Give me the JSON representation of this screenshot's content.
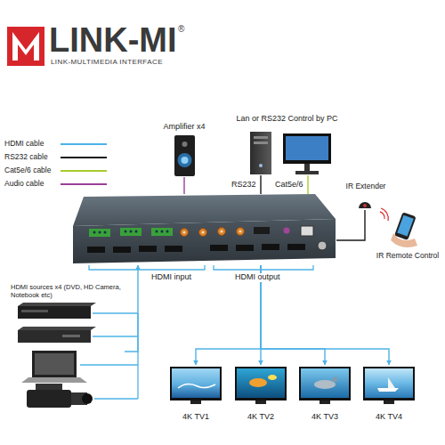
{
  "diagram": {
    "nodes": [
      {
        "text": [
          "Amplifier x4"
        ]
      },
      {
        "text": [
          "Lan or RS232 Control by PC"
        ]
      },
      {
        "text": [
          "IR Extender"
        ]
      },
      {
        "text": [
          "IR Remote Control"
        ]
      },
      {
        "text": []
      },
      {
        "text": [
          "HDMI sources x4 (DVD, HD Camera, Notebook etc)"
        ]
      },
      {
        "text": [
          "4K TV1"
        ]
      },
      {
        "text": [
          "4K TV2"
        ]
      },
      {
        "text": [
          "4K TV3"
        ]
      },
      {
        "text": [
          "4K TV4"
        ]
      }
    ],
    "edges": [
      {
        "from": 4,
        "to": 0,
        "arrow": "none"
      },
      {
        "from": 1,
        "to": 4,
        "label": "RS232",
        "arrow": "none"
      },
      {
        "from": 1,
        "to": 4,
        "label": "Cat5e/6",
        "arrow": "none"
      },
      {
        "from": 2,
        "to": 4,
        "arrow": "none"
      },
      {
        "from": 5,
        "to": 4,
        "arrow": "to"
      },
      {
        "from": 4,
        "to": 6,
        "arrow": "to"
      },
      {
        "from": 4,
        "to": 7,
        "arrow": "to"
      },
      {
        "from": 4,
        "to": 8,
        "arrow": "to"
      },
      {
        "from": 4,
        "to": 9,
        "arrow": "to"
      }
    ],
    "labels": [
      "LINK-MI",
      "®",
      "LINK-MULTIMEDIA INTERFACE",
      "HDMI input",
      "HDMI output"
    ],
    "legend": [
      {
        "text": "HDMI cable",
        "color": "#4db3e6"
      },
      {
        "text": "RS232 cable",
        "color": "#1a1a1a"
      },
      {
        "text": "Cat5e/6 cable",
        "color": "#a9cc2e"
      },
      {
        "text": "Audio cable",
        "color": "#9b3f97"
      }
    ]
  }
}
